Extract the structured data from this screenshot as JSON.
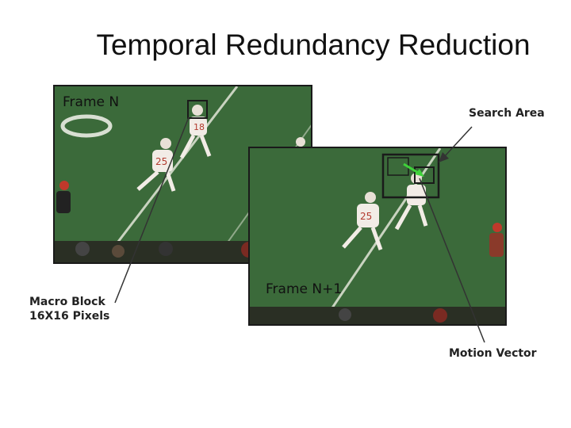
{
  "title": "Temporal Redundancy Reduction",
  "frames": {
    "frame_n_label": "Frame N",
    "frame_n1_label": "Frame N+1"
  },
  "callouts": {
    "macro_block_line1": "Macro Block",
    "macro_block_line2": "16X16 Pixels",
    "search_area": "Search Area",
    "motion_vector": "Motion Vector"
  },
  "colors": {
    "field": "#3f6f3e",
    "field_dark": "#2f5a30",
    "stripe": "#c9d3c0",
    "jersey": "#f2ece6",
    "numbers": "#b23a2e",
    "vector": "#3fd23a",
    "box": "#1a1a1a"
  }
}
